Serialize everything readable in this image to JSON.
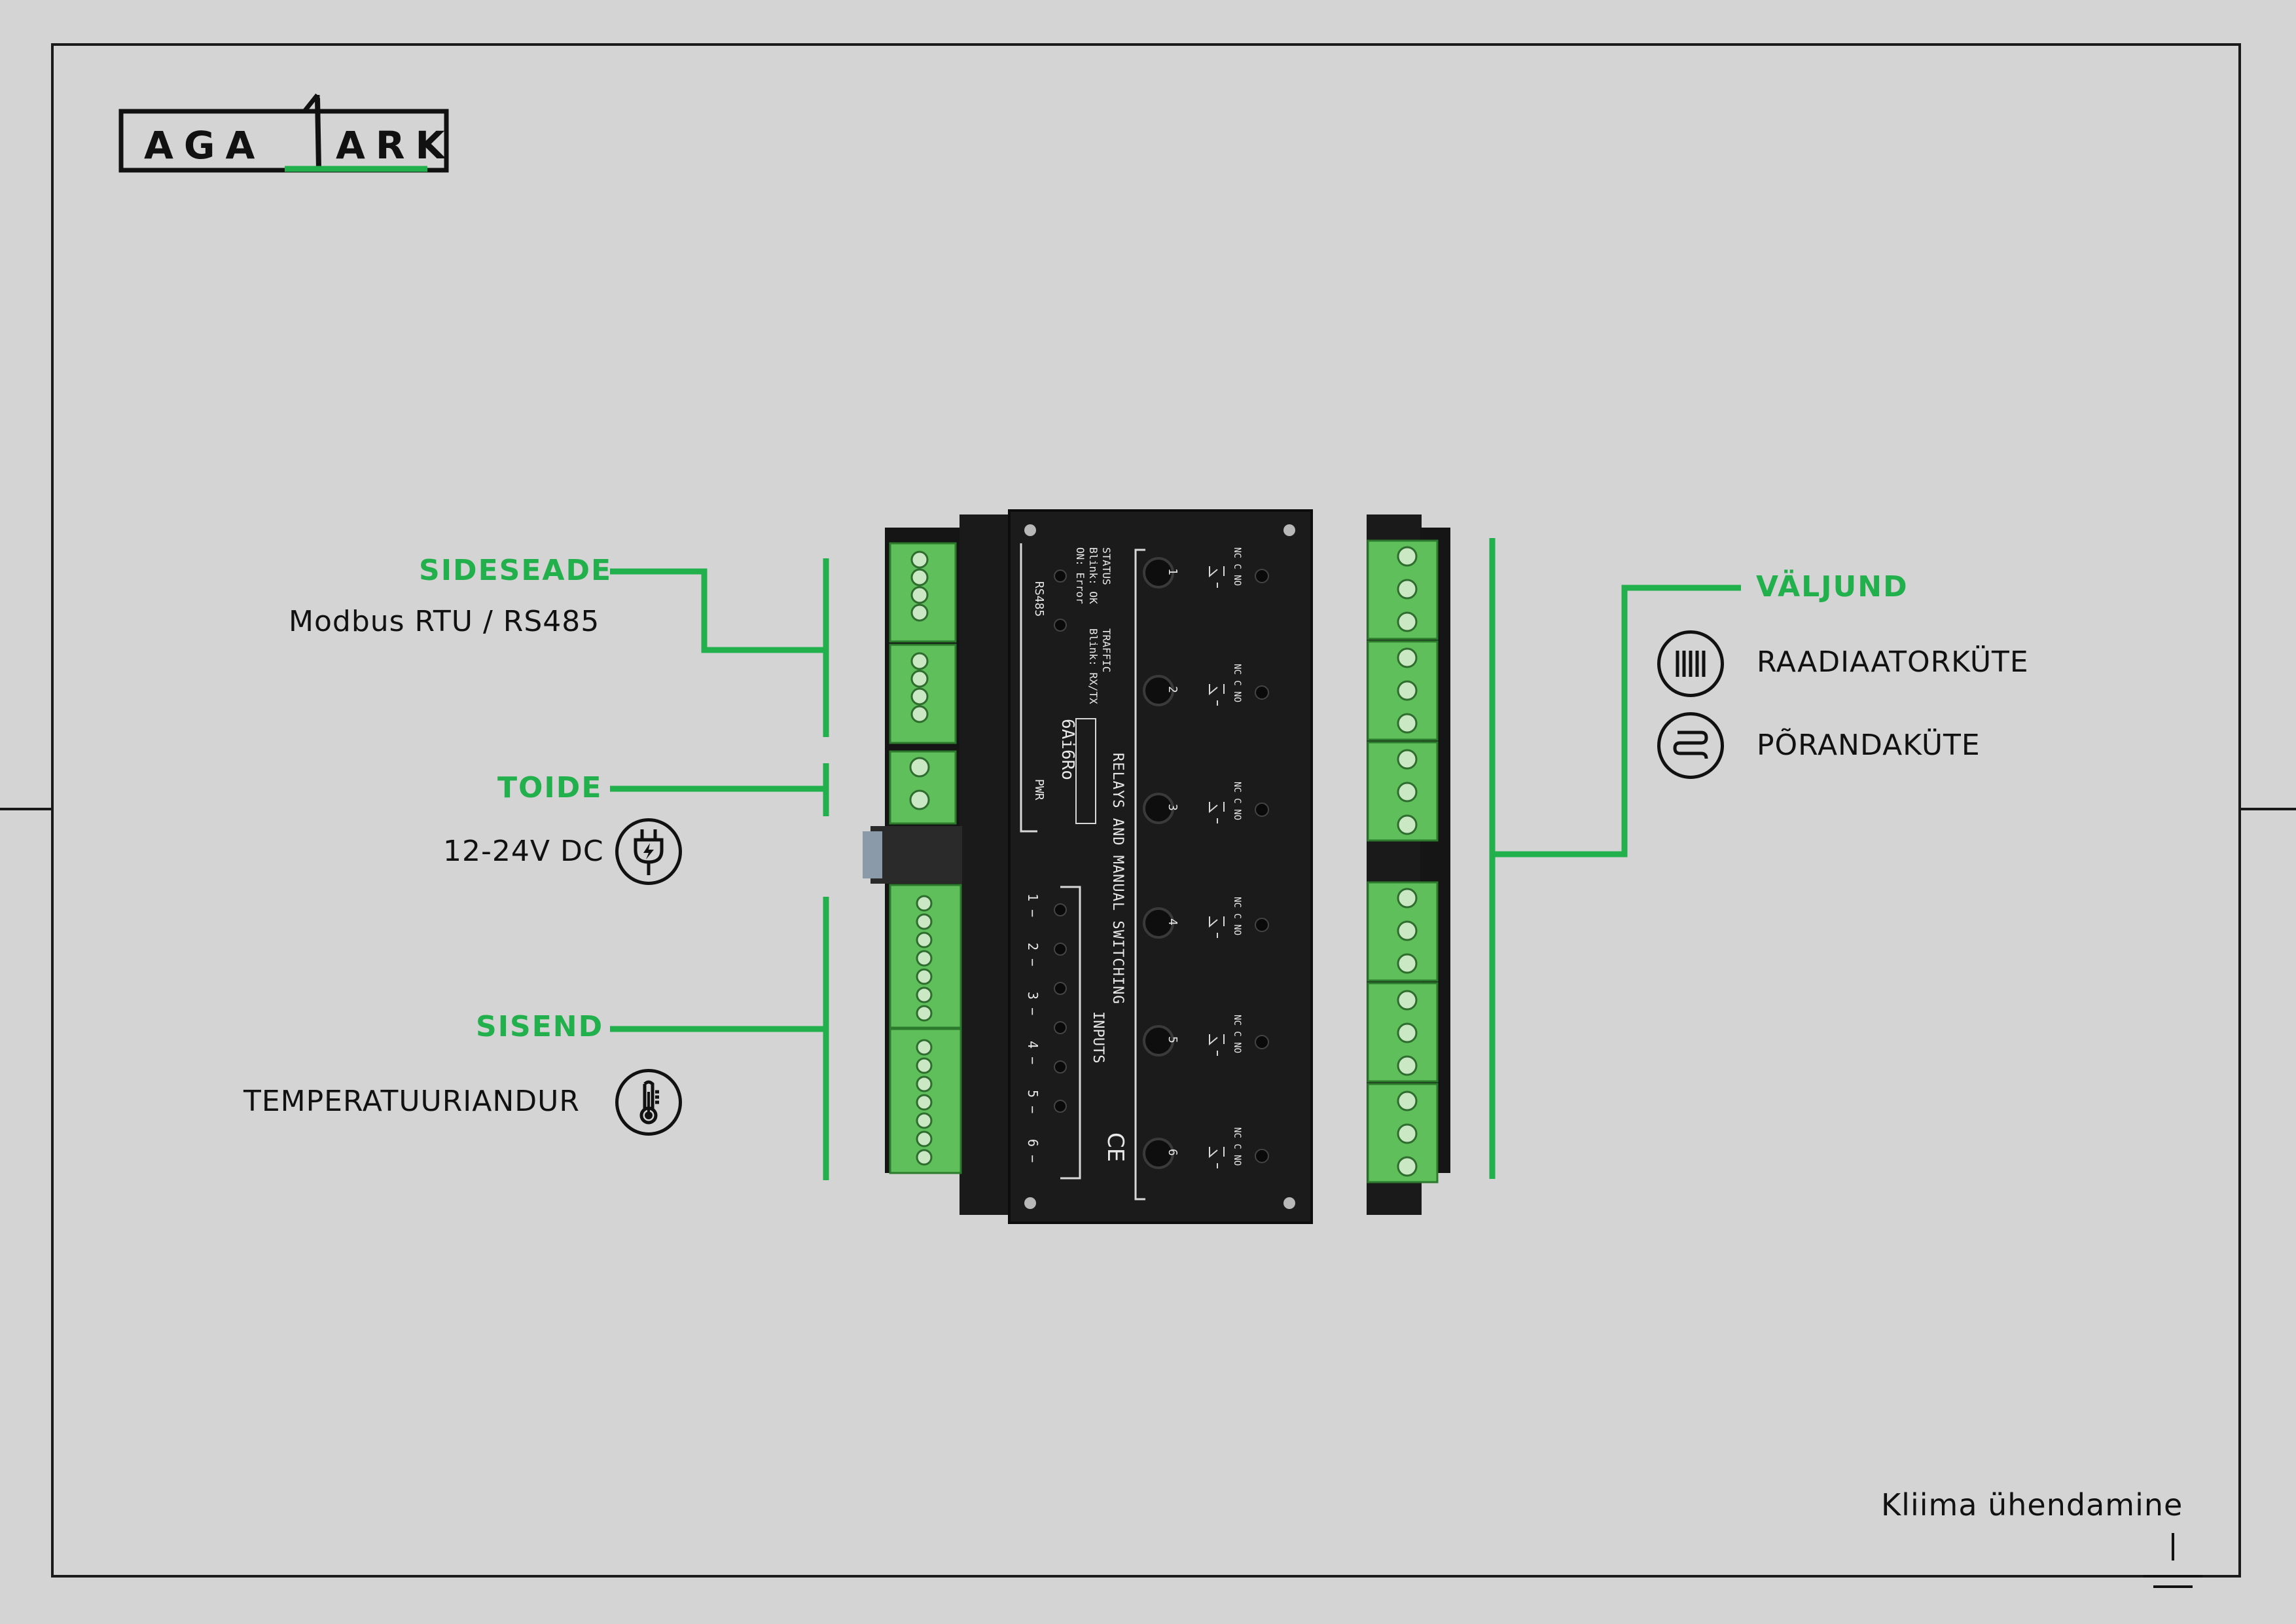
{
  "brand": {
    "logo_text": "AGA|ARK"
  },
  "sections": {
    "communication": {
      "title": "SIDESEADE",
      "detail": "Modbus RTU / RS485"
    },
    "power": {
      "title": "TOIDE",
      "detail": "12-24V DC"
    },
    "input": {
      "title": "SISEND",
      "detail": "TEMPERATUURIANDUR"
    },
    "output": {
      "title": "VÄLJUND",
      "items": [
        "RAADIAATORKÜTE",
        "PÕRANDAKÜTE"
      ]
    }
  },
  "device": {
    "header_left": [
      "STATUS",
      "Blink: OK",
      "ON: Error"
    ],
    "header_right": [
      "TRAFFIC",
      "Blink: RX/TX"
    ],
    "rs485_label": "RS485",
    "pwr_label": "PWR",
    "model": "6Ai6Ro",
    "title": "RELAYS AND MANUAL SWITCHING",
    "inputs_label": "INPUTS",
    "relay_contacts": "NC C NO",
    "relay_numbers": [
      "1",
      "2",
      "3",
      "4",
      "5",
      "6"
    ],
    "input_numbers": [
      "1 −",
      "2 −",
      "3 −",
      "4 −",
      "5 −",
      "6 −"
    ],
    "ce_mark": "CE"
  },
  "footer": {
    "caption": "Kliima ühendamine"
  },
  "colors": {
    "accent": "#21b04b",
    "background": "#d3d4d3",
    "ink": "#111111",
    "device": "#1b1b1b",
    "terminal": "#5fbf5a"
  },
  "icons": [
    "plug-icon",
    "thermometer-icon",
    "radiator-icon",
    "floor-heating-icon",
    "ground-symbol-icon"
  ]
}
